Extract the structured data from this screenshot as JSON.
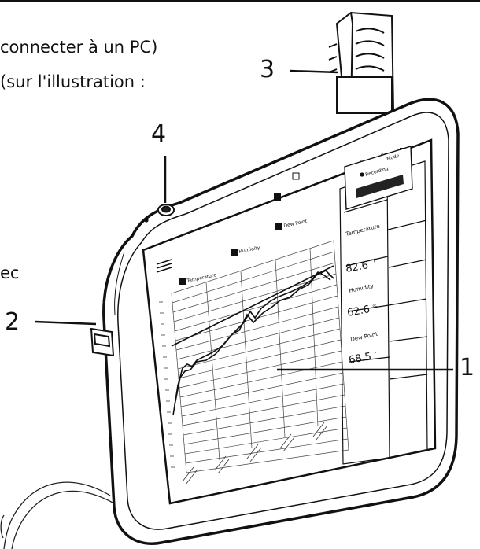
{
  "document": {
    "text_line_1": "connecter à un PC)",
    "text_line_2": "(sur l'illustration :",
    "text_line_3": "ec"
  },
  "callouts": [
    "1",
    "2",
    "3",
    "4"
  ],
  "device_screen": {
    "legend": [
      "Temperature",
      "Humidity",
      "Dew Point"
    ],
    "mode_label": "Mode",
    "recording_label": "Recording",
    "readings": [
      {
        "label": "Temperature",
        "value": "82.6",
        "unit": "°F"
      },
      {
        "label": "Humidity",
        "value": "62.6",
        "unit": "%"
      },
      {
        "label": "Dew Point",
        "value": "68.5",
        "unit": "°"
      }
    ]
  }
}
